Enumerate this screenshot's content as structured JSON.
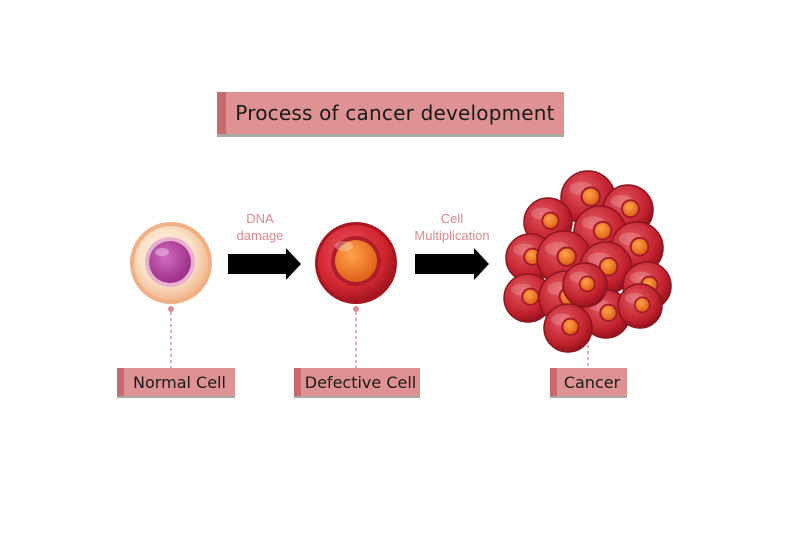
{
  "title": "Process of cancer development",
  "stages": [
    {
      "label": "Normal Cell"
    },
    {
      "label": "Defective Cell"
    },
    {
      "label": "Cancer"
    }
  ],
  "transitions": [
    {
      "line1": "DNA",
      "line2": "damage"
    },
    {
      "line1": "Cell",
      "line2": "Multiplication"
    }
  ],
  "colors": {
    "label_fill": "#df9294",
    "label_accent": "#c86a6d",
    "normal_cell_outer": "#f3c7a2",
    "normal_cell_nucleus": "#b4489a",
    "defective_cell": "#c9232f",
    "defective_nucleus": "#ef7a22",
    "arrow": "#000000"
  }
}
